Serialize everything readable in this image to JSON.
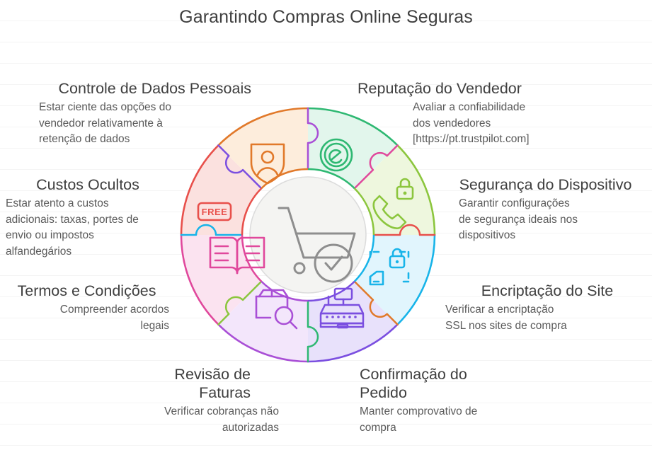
{
  "page": {
    "title": "Garantindo Compras Online Seguras",
    "background": "#ffffff",
    "title_color": "#3f3f3f"
  },
  "center": {
    "icon": "shopping-cart-check-icon",
    "fill": "#f4f4f2",
    "stroke": "#9a9a9a"
  },
  "segments": [
    {
      "id": "reputacao",
      "position": "top-right",
      "title": "Reputação do Vendedor",
      "description": "Avaliar a confiabilidade dos vendedores [https://pt.trustpilot.com]",
      "description_lines": [
        "Avaliar a confiabilidade",
        "dos vendedores",
        "[https://pt.trustpilot.com]"
      ],
      "icon": "e-reputation-icon",
      "stroke": "#2eb872",
      "fill": "#e2f6ec"
    },
    {
      "id": "dispositivo",
      "position": "right-upper",
      "title": "Segurança do Dispositivo",
      "description": "Garantir configurações de segurança ideais nos dispositivos",
      "description_lines": [
        "Garantir configurações",
        "de segurança ideais nos",
        "dispositivos"
      ],
      "icon": "phone-lock-icon",
      "stroke": "#8cc63e",
      "fill": "#eef7de"
    },
    {
      "id": "encriptacao",
      "position": "right-lower",
      "title": "Encriptação do Site",
      "description": "Verificar a encriptação SSL nos sites de compra",
      "description_lines": [
        "Verificar a encriptação",
        "SSL nos sites de compra"
      ],
      "icon": "file-lock-encryption-icon",
      "stroke": "#18b4e9",
      "fill": "#e1f5fd"
    },
    {
      "id": "confirmacao",
      "position": "bottom-right",
      "title": "Confirmação do Pedido",
      "title_lines": [
        "Confirmação do",
        "Pedido"
      ],
      "description": "Manter comprovativo de compra",
      "description_lines": [
        "Manter comprovativo de",
        "compra"
      ],
      "icon": "cash-register-icon",
      "stroke": "#7b4fe0",
      "fill": "#e8e1fb"
    },
    {
      "id": "faturas",
      "position": "bottom-left",
      "title": "Revisão de Faturas",
      "title_lines": [
        "Revisão de",
        "Faturas"
      ],
      "description": "Verificar cobranças não autorizadas",
      "description_lines": [
        "Verificar cobranças não",
        "autorizadas"
      ],
      "icon": "box-search-icon",
      "stroke": "#a94fd6",
      "fill": "#f3e6fb"
    },
    {
      "id": "termos",
      "position": "left-lower",
      "title": "Termos e Condições",
      "description": "Compreender acordos legais",
      "description_lines": [
        "Compreender acordos",
        "legais"
      ],
      "icon": "open-book-icon",
      "stroke": "#e0489c",
      "fill": "#fbe3f0"
    },
    {
      "id": "custos",
      "position": "left-upper",
      "title": "Custos Ocultos",
      "description": "Estar atento a custos adicionais: taxas, portes  de envio ou impostos alfandegários",
      "description_lines": [
        "Estar atento a custos",
        "adicionais: taxas, portes  de",
        "envio ou impostos",
        "alfandegários"
      ],
      "icon": "free-badge-icon",
      "stroke": "#e8504b",
      "fill": "#fbe1df"
    },
    {
      "id": "dados",
      "position": "top-left",
      "title": "Controle de Dados Pessoais",
      "description": "Estar ciente das opções do vendedor relativamente à retenção de dados",
      "description_lines": [
        "Estar ciente das opções do",
        "vendedor relativamente à",
        "retenção de dados"
      ],
      "icon": "shield-user-icon",
      "stroke": "#e1792a",
      "fill": "#fdeddc"
    }
  ]
}
